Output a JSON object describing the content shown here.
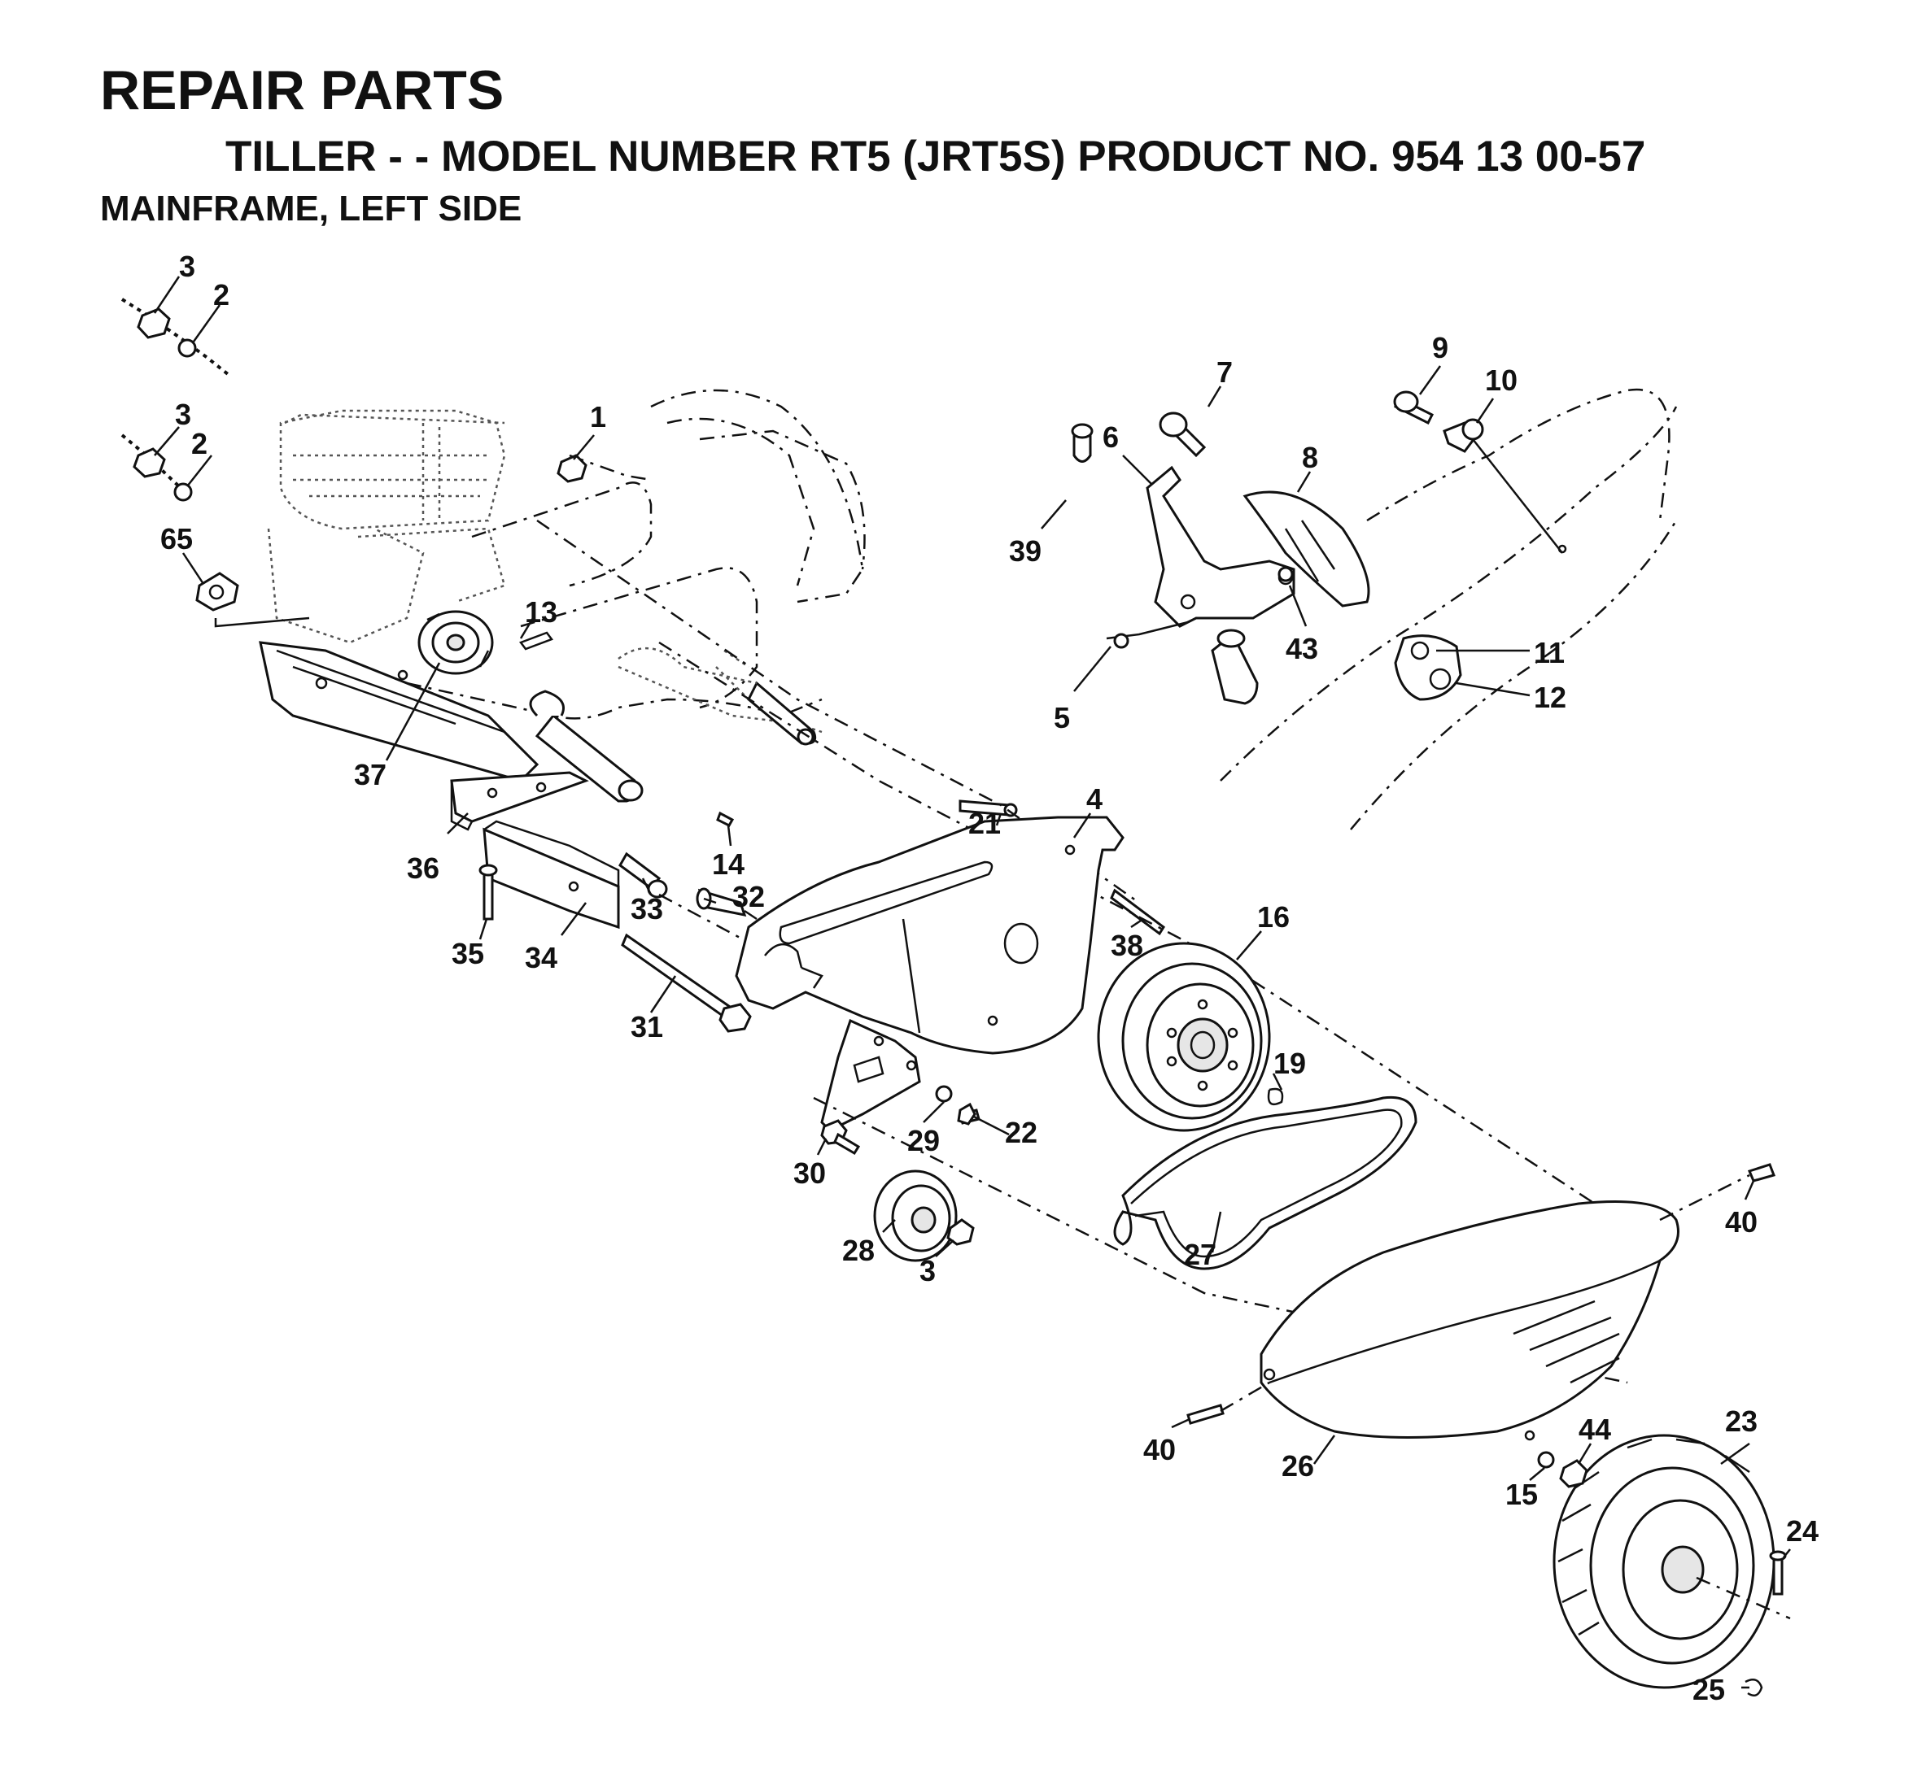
{
  "header": {
    "title": "REPAIR PARTS",
    "subtitle": "TILLER - - MODEL NUMBER RT5 (JRT5S) PRODUCT NO. 954 13 00-57",
    "section": "MAINFRAME, LEFT SIDE"
  },
  "callouts": [
    {
      "id": "c3a",
      "label": "3"
    },
    {
      "id": "c2a",
      "label": "2"
    },
    {
      "id": "c3b",
      "label": "3"
    },
    {
      "id": "c2b",
      "label": "2"
    },
    {
      "id": "c65",
      "label": "65"
    },
    {
      "id": "c1",
      "label": "1"
    },
    {
      "id": "c13",
      "label": "13"
    },
    {
      "id": "c37",
      "label": "37"
    },
    {
      "id": "c36",
      "label": "36"
    },
    {
      "id": "c35",
      "label": "35"
    },
    {
      "id": "c34",
      "label": "34"
    },
    {
      "id": "c33",
      "label": "33"
    },
    {
      "id": "c32",
      "label": "32"
    },
    {
      "id": "c14",
      "label": "14"
    },
    {
      "id": "c31",
      "label": "31"
    },
    {
      "id": "c21",
      "label": "21"
    },
    {
      "id": "c4",
      "label": "4"
    },
    {
      "id": "c38",
      "label": "38"
    },
    {
      "id": "c16",
      "label": "16"
    },
    {
      "id": "c19",
      "label": "19"
    },
    {
      "id": "c22",
      "label": "22"
    },
    {
      "id": "c29",
      "label": "29"
    },
    {
      "id": "c30",
      "label": "30"
    },
    {
      "id": "c28",
      "label": "28"
    },
    {
      "id": "c3c",
      "label": "3"
    },
    {
      "id": "c27",
      "label": "27"
    },
    {
      "id": "c40a",
      "label": "40"
    },
    {
      "id": "c40b",
      "label": "40"
    },
    {
      "id": "c26",
      "label": "26"
    },
    {
      "id": "c15",
      "label": "15"
    },
    {
      "id": "c44",
      "label": "44"
    },
    {
      "id": "c23",
      "label": "23"
    },
    {
      "id": "c24",
      "label": "24"
    },
    {
      "id": "c25",
      "label": "25"
    },
    {
      "id": "c7",
      "label": "7"
    },
    {
      "id": "c6",
      "label": "6"
    },
    {
      "id": "c8",
      "label": "8"
    },
    {
      "id": "c9",
      "label": "9"
    },
    {
      "id": "c10",
      "label": "10"
    },
    {
      "id": "c39",
      "label": "39"
    },
    {
      "id": "c43",
      "label": "43"
    },
    {
      "id": "c5",
      "label": "5"
    },
    {
      "id": "c11",
      "label": "11"
    },
    {
      "id": "c12",
      "label": "12"
    }
  ]
}
